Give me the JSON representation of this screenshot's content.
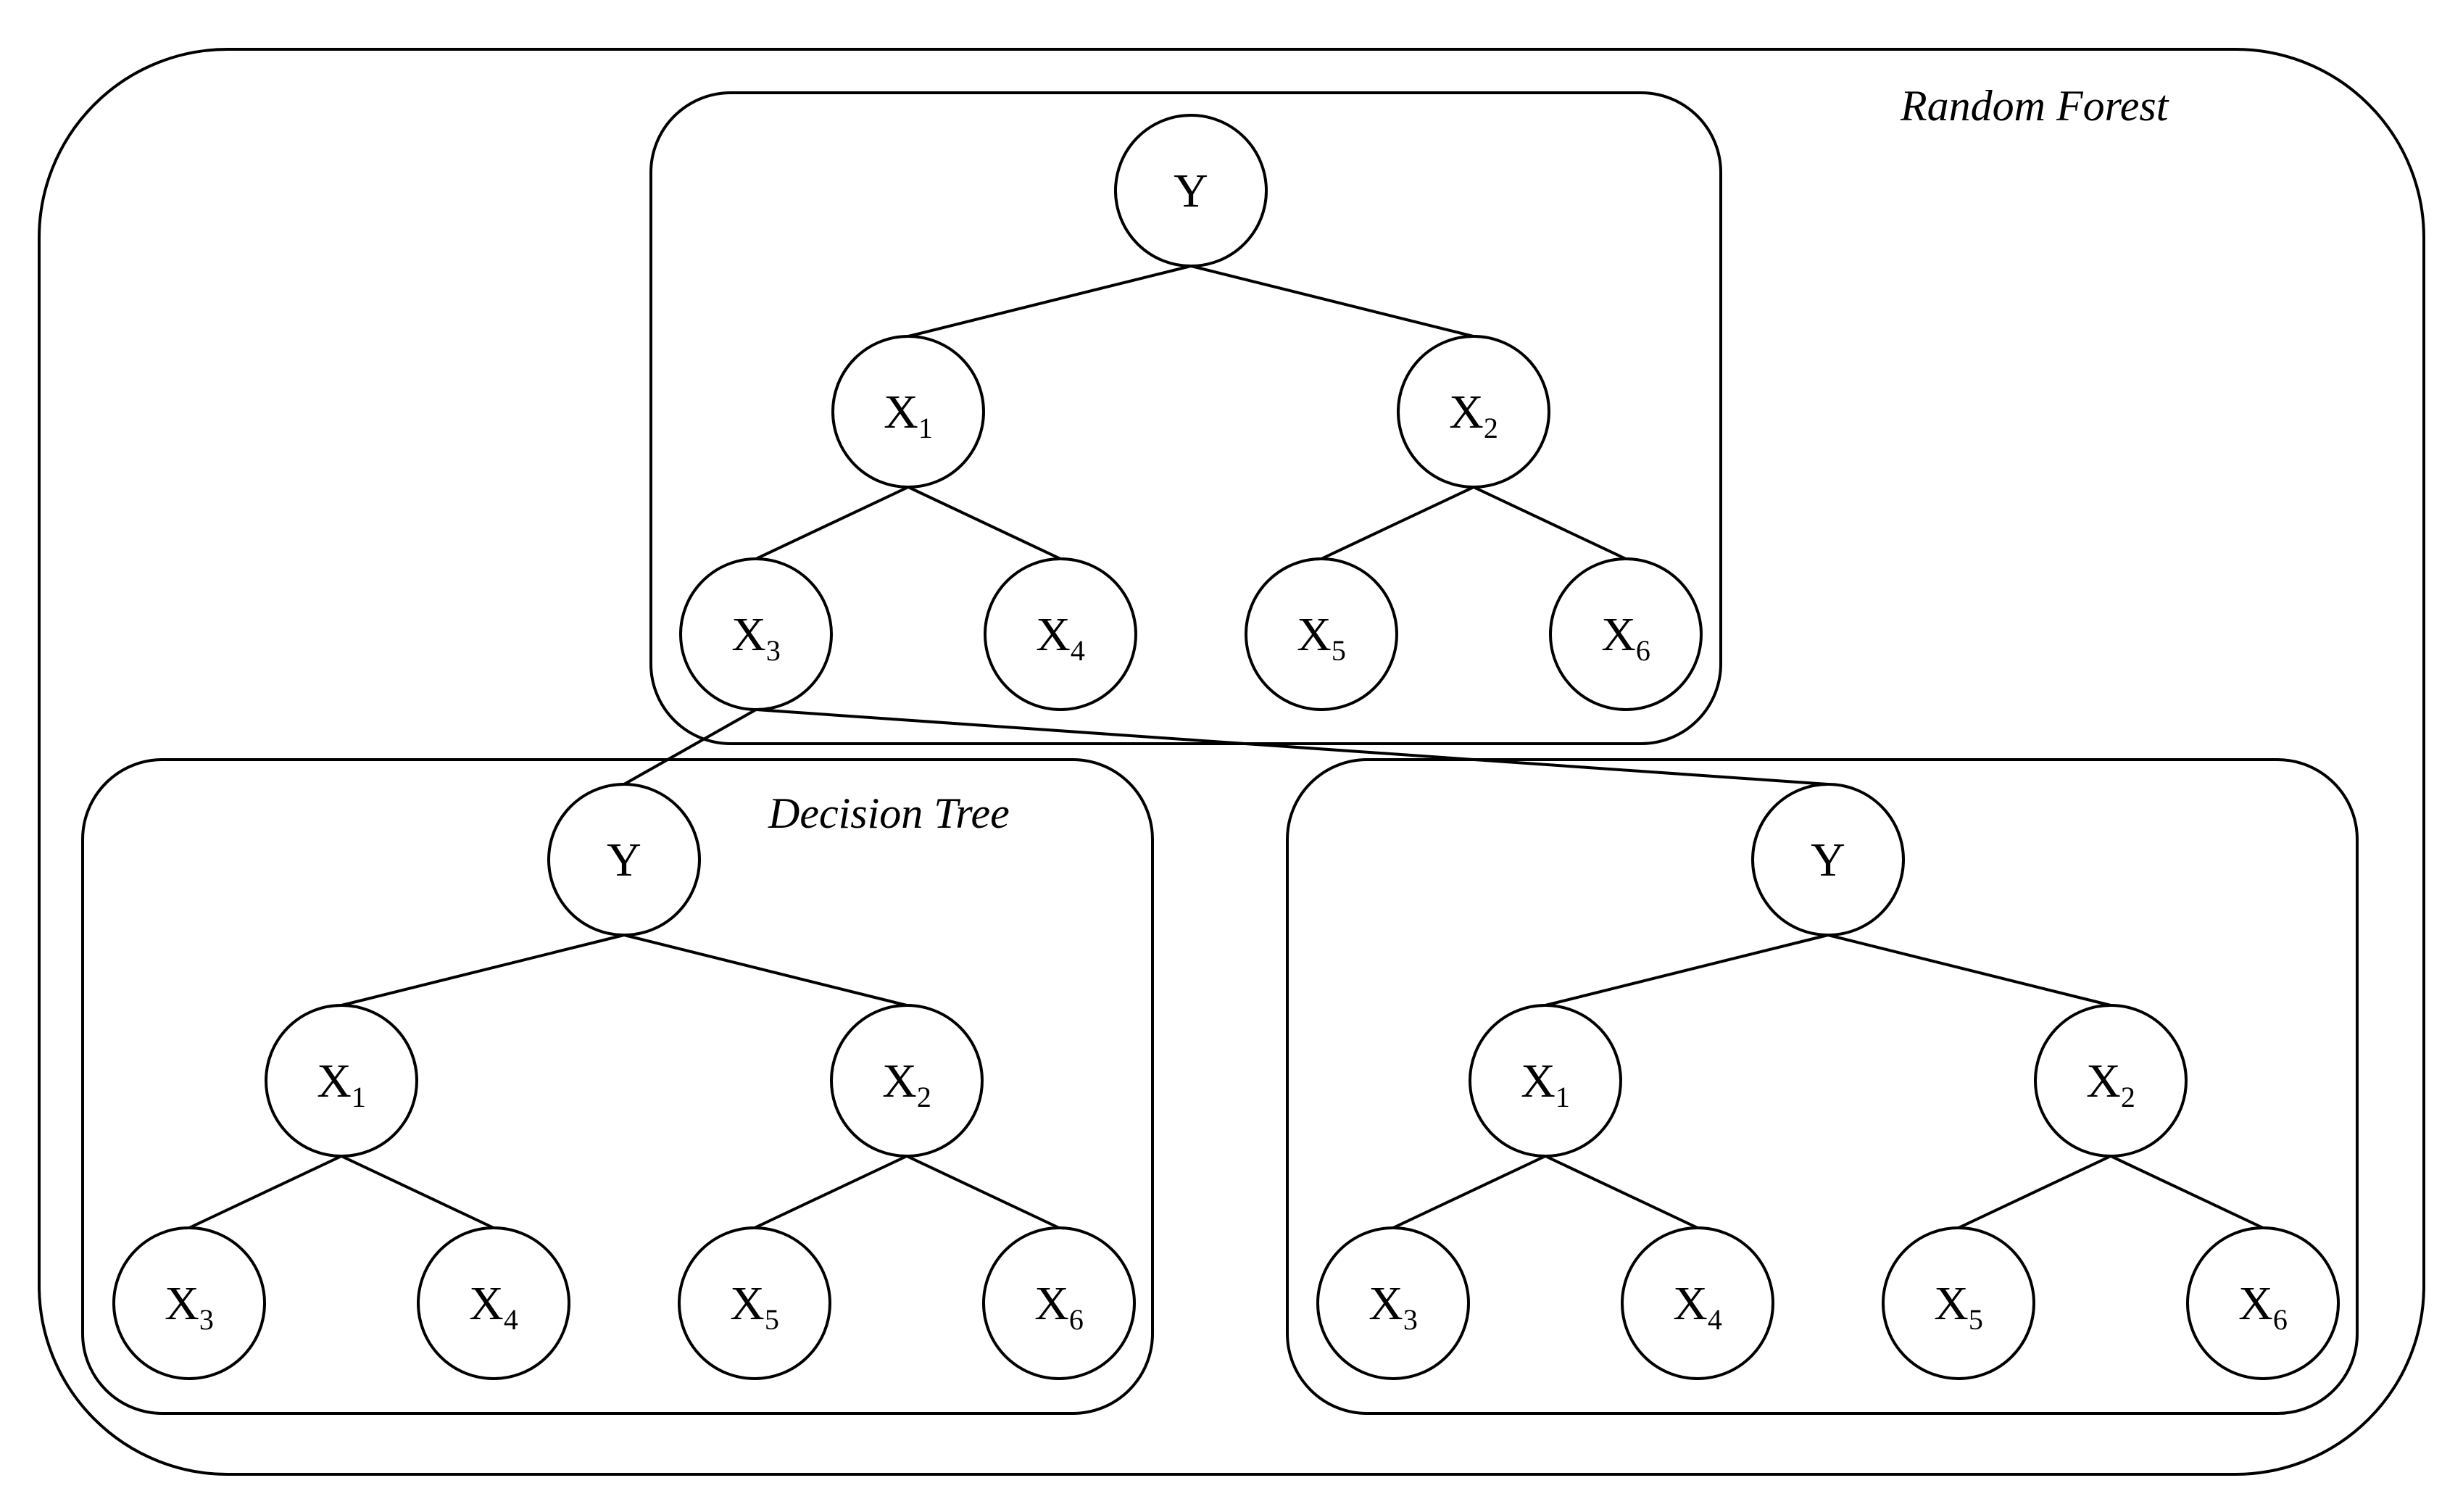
{
  "labels": {
    "forest": "Random Forest",
    "tree": "Decision Tree"
  },
  "stroke_color": "#000000",
  "background_color": "#ffffff",
  "trees": [
    {
      "id": "top",
      "nodes": [
        {
          "id": "y",
          "base": "Y",
          "sub": ""
        },
        {
          "id": "x1",
          "base": "X",
          "sub": "1"
        },
        {
          "id": "x2",
          "base": "X",
          "sub": "2"
        },
        {
          "id": "x3",
          "base": "X",
          "sub": "3"
        },
        {
          "id": "x4",
          "base": "X",
          "sub": "4"
        },
        {
          "id": "x5",
          "base": "X",
          "sub": "5"
        },
        {
          "id": "x6",
          "base": "X",
          "sub": "6"
        }
      ]
    },
    {
      "id": "left",
      "nodes": [
        {
          "id": "y",
          "base": "Y",
          "sub": ""
        },
        {
          "id": "x1",
          "base": "X",
          "sub": "1"
        },
        {
          "id": "x2",
          "base": "X",
          "sub": "2"
        },
        {
          "id": "x3",
          "base": "X",
          "sub": "3"
        },
        {
          "id": "x4",
          "base": "X",
          "sub": "4"
        },
        {
          "id": "x5",
          "base": "X",
          "sub": "5"
        },
        {
          "id": "x6",
          "base": "X",
          "sub": "6"
        }
      ]
    },
    {
      "id": "right",
      "nodes": [
        {
          "id": "y",
          "base": "Y",
          "sub": ""
        },
        {
          "id": "x1",
          "base": "X",
          "sub": "1"
        },
        {
          "id": "x2",
          "base": "X",
          "sub": "2"
        },
        {
          "id": "x3",
          "base": "X",
          "sub": "3"
        },
        {
          "id": "x4",
          "base": "X",
          "sub": "4"
        },
        {
          "id": "x5",
          "base": "X",
          "sub": "5"
        },
        {
          "id": "x6",
          "base": "X",
          "sub": "6"
        }
      ]
    }
  ],
  "edges": [
    {
      "tree": "top",
      "from": "y",
      "to": "x1"
    },
    {
      "tree": "top",
      "from": "y",
      "to": "x2"
    },
    {
      "tree": "top",
      "from": "x1",
      "to": "x3"
    },
    {
      "tree": "top",
      "from": "x1",
      "to": "x4"
    },
    {
      "tree": "top",
      "from": "x2",
      "to": "x5"
    },
    {
      "tree": "top",
      "from": "x2",
      "to": "x6"
    },
    {
      "tree": "left",
      "from": "y",
      "to": "x1"
    },
    {
      "tree": "left",
      "from": "y",
      "to": "x2"
    },
    {
      "tree": "left",
      "from": "x1",
      "to": "x3"
    },
    {
      "tree": "left",
      "from": "x1",
      "to": "x4"
    },
    {
      "tree": "left",
      "from": "x2",
      "to": "x5"
    },
    {
      "tree": "left",
      "from": "x2",
      "to": "x6"
    },
    {
      "tree": "right",
      "from": "y",
      "to": "x1"
    },
    {
      "tree": "right",
      "from": "y",
      "to": "x2"
    },
    {
      "tree": "right",
      "from": "x1",
      "to": "x3"
    },
    {
      "tree": "right",
      "from": "x1",
      "to": "x4"
    },
    {
      "tree": "right",
      "from": "x2",
      "to": "x5"
    },
    {
      "tree": "right",
      "from": "x2",
      "to": "x6"
    }
  ],
  "links": [
    {
      "from_tree": "top",
      "from": "x3",
      "to_tree": "left",
      "to": "y"
    },
    {
      "from_tree": "top",
      "from": "x3",
      "to_tree": "right",
      "to": "y"
    }
  ]
}
